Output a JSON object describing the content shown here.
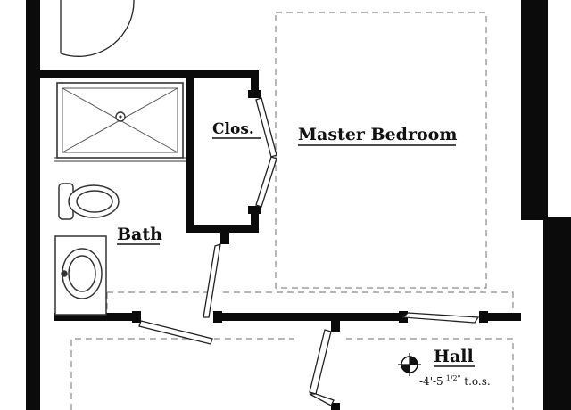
{
  "rooms": {
    "closet": "Clos.",
    "master_bedroom": "Master Bedroom",
    "bath": "Bath",
    "hall": "Hall"
  },
  "hall_elevation": {
    "main": "-4'-5",
    "fraction": "1/2\"",
    "suffix": "t.o.s."
  },
  "colors": {
    "wall": "#0b0b0b",
    "fixture_line": "#444444",
    "dashed_line": "#8a8a8a",
    "background": "#ffffff"
  }
}
